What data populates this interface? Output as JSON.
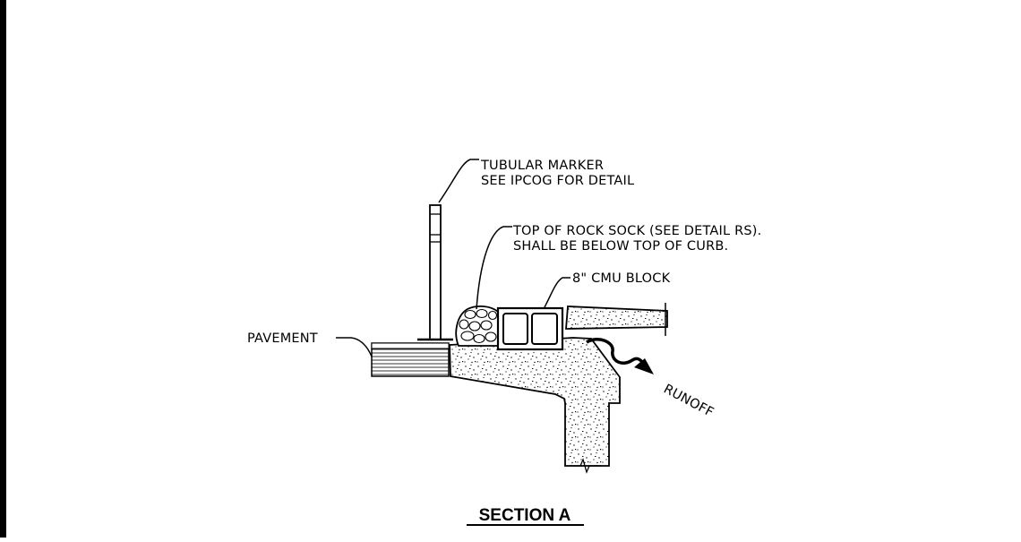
{
  "colors": {
    "ink": "#000000",
    "paper": "#ffffff",
    "concrete_fill": "#ffffff"
  },
  "labels": {
    "tubular_marker_line1": "TUBULAR MARKER",
    "tubular_marker_line2": "SEE IPCOG FOR DETAIL",
    "rock_sock_line1": "TOP OF ROCK SOCK (SEE DETAIL RS).",
    "rock_sock_line2": "SHALL BE BELOW TOP OF CURB.",
    "cmu_block": "8\" CMU BLOCK",
    "pavement": "PAVEMENT",
    "runoff": "RUNOFF"
  },
  "title": "SECTION A"
}
